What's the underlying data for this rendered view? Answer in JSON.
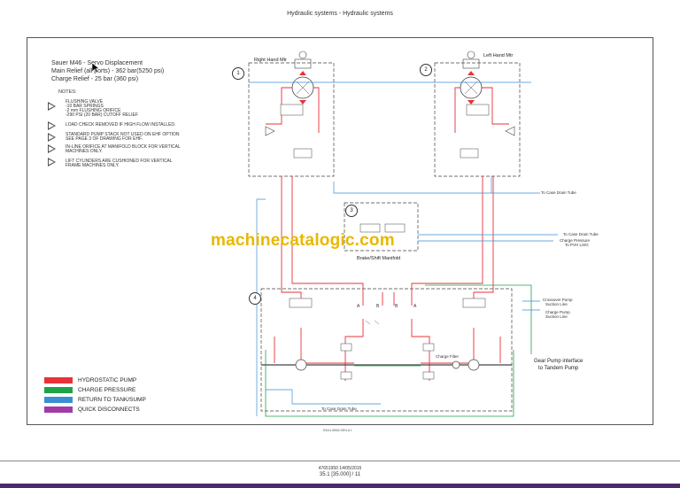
{
  "header": {
    "title": "Hydraulic systems - Hydraulic systems"
  },
  "spec": {
    "line1": "Sauer M46 - Servo Displacement",
    "line2": "Main Relief (all ports) - 362 bar(5250 psi)",
    "line3": "Charge Relief - 25 bar (360 psi)"
  },
  "notes": {
    "title": "NOTES:",
    "items": [
      [
        "FLUSHING VALVE",
        "-10 BAR SPRINGS",
        "-2 mm FLUSHING ORIFICE",
        "-290 PSI (20 BAR) CUTOFF RELIEF"
      ],
      [
        "LOAD CHECK REMOVED IF HIGH FLOW INSTALLED."
      ],
      [
        "STANDARD PUMP STACK NOT USED ON EHF OPTION",
        "SEE PAGE 3 OF DRAWING FOR EHF."
      ],
      [
        "IN-LINE ORIFICE AT MANIFOLD BLOCK FOR VERTICAL",
        "MACHINES ONLY."
      ],
      [
        "LIFT CYLINDERS ARE CUSHIONED FOR VERTICAL",
        "FRAME MACHINES ONLY."
      ]
    ]
  },
  "legend": [
    {
      "label": "HYDROSTATIC PUMP",
      "color": "#e8323a"
    },
    {
      "label": "CHARGE PRESSURE",
      "color": "#1fa34a"
    },
    {
      "label": "RETURN TO TANK/SUMP",
      "color": "#3a8fd4"
    },
    {
      "label": "QUICK DISCONNECTS",
      "color": "#a23aa8"
    }
  ],
  "diagram": {
    "motor_right": "Right Hand Mtr",
    "motor_left": "Left Hand Mtr",
    "num1": "1",
    "num2": "2",
    "num3": "3",
    "num4": "4",
    "case_drain_1": "To Case Drain Tube",
    "case_drain_2": "To Case Drain Tube",
    "case_drain_3": "To Case Drain Tube",
    "charge_pressure": "Charge Pressure",
    "charge_pressure_sub": "To PVH LSIG",
    "brake_manifold": "Brake/Shift Manifold",
    "crossover_pump": "Crossover Pump",
    "suction_line_1": "Suction Line",
    "charge_pump": "Charge Pump",
    "suction_line_2": "Suction Line",
    "gear_pump_1": "Gear Pump interface",
    "gear_pump_2": "to Tandem Pump",
    "charge_filter": "Charge Filter",
    "port_a1": "A",
    "port_b1": "B",
    "port_b2": "B",
    "port_a2": "A"
  },
  "watermark": "machinecatalogic.com",
  "doc_id": "RAIL14552LSEN-A  1",
  "footer": {
    "ref": "47651950 14/05/2015",
    "page": "35.1 [35.000] / 11"
  }
}
